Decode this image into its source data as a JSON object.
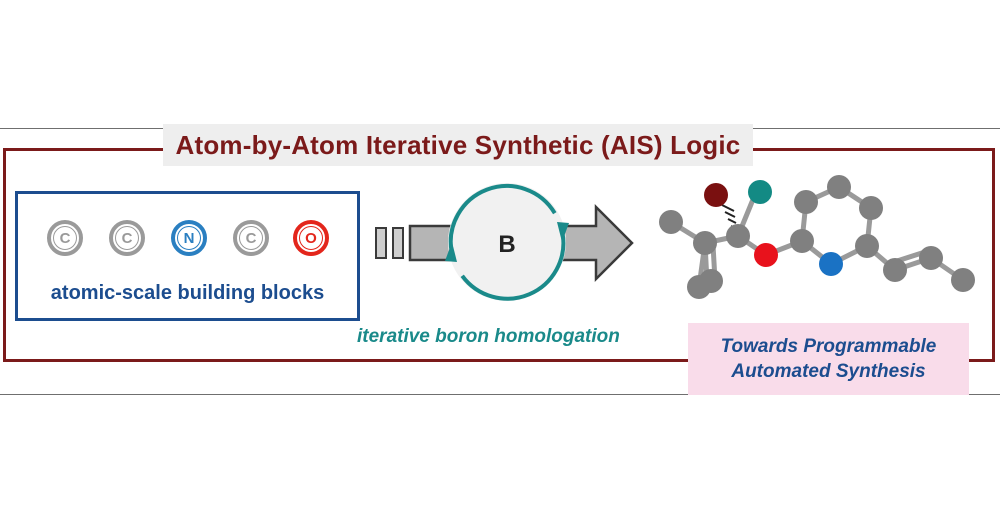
{
  "title": "Atom-by-Atom Iterative Synthetic (AIS) Logic",
  "building_blocks": {
    "atoms": [
      {
        "symbol": "C",
        "color": "#9a9a9a"
      },
      {
        "symbol": "C",
        "color": "#9a9a9a"
      },
      {
        "symbol": "N",
        "color": "#2a7fc1"
      },
      {
        "symbol": "C",
        "color": "#9a9a9a"
      },
      {
        "symbol": "O",
        "color": "#e3261c"
      }
    ],
    "label": "atomic-scale building blocks"
  },
  "cycle": {
    "center_label": "B",
    "caption": "iterative boron homologation"
  },
  "target": {
    "line1": "Towards Programmable",
    "line2": "Automated Synthesis"
  },
  "colors": {
    "frame": "#7b1a1a",
    "blocks_border": "#1c4d8f",
    "cycle": "#1a8a8a",
    "target_bg": "#f9dcea",
    "carbon": "#808080",
    "nitrogen": "#1a72c4",
    "oxygen": "#e8121c",
    "dark_red_atom": "#7a1010",
    "teal_atom": "#138a84"
  }
}
